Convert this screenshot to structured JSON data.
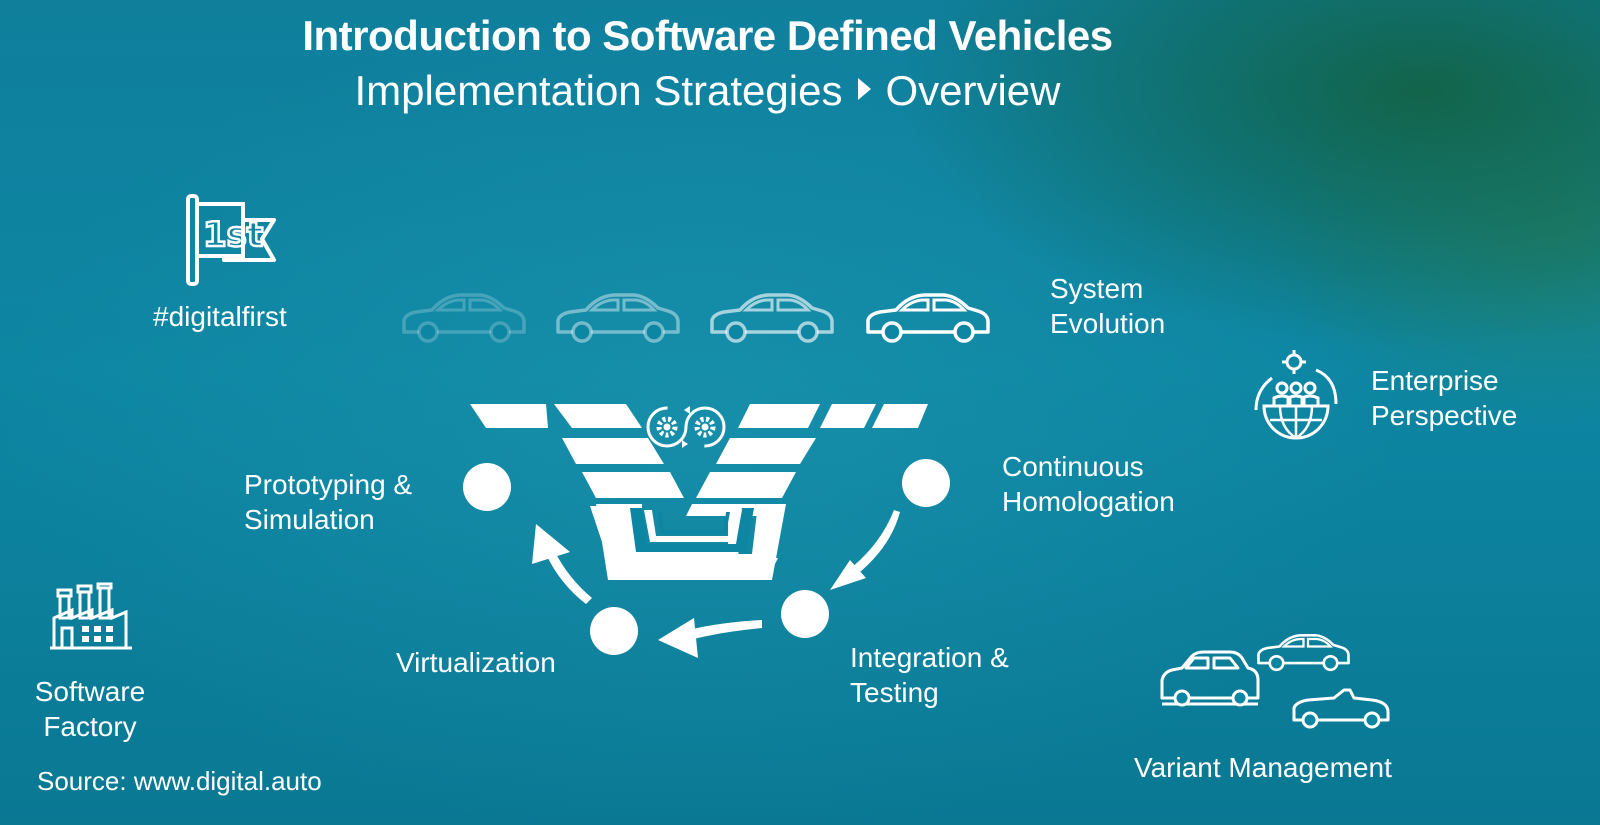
{
  "header": {
    "title": "Introduction to Software Defined Vehicles",
    "section": "Implementation Strategies",
    "subsection": "Overview"
  },
  "labels": {
    "digital_first": "#digitalfirst",
    "system_evolution": [
      "System",
      "Evolution"
    ],
    "enterprise_perspective": [
      "Enterprise",
      "Perspective"
    ],
    "prototyping": [
      "Prototyping &",
      "Simulation"
    ],
    "continuous_homologation": [
      "Continuous",
      "Homologation"
    ],
    "virtualization": "Virtualization",
    "integration_testing": [
      "Integration &",
      "Testing"
    ],
    "software_factory": [
      "Software",
      "Factory"
    ],
    "variant_management": "Variant Management"
  },
  "icons": {
    "digital_first": "first-place-flag-icon",
    "system_evolution": "car-icon",
    "enterprise_perspective": "enterprise-globe-icon",
    "v_model": "v-model-icon",
    "gears": "gears-cycle-icon",
    "software_factory": "factory-icon",
    "variant_management": "car-variants-icon",
    "flag_text": "1st"
  },
  "footer": {
    "source": "Source: www.digital.auto"
  },
  "colors": {
    "background": "#0d86a3",
    "accent_dark_green": "#125f3c",
    "foreground": "#ffffff"
  }
}
